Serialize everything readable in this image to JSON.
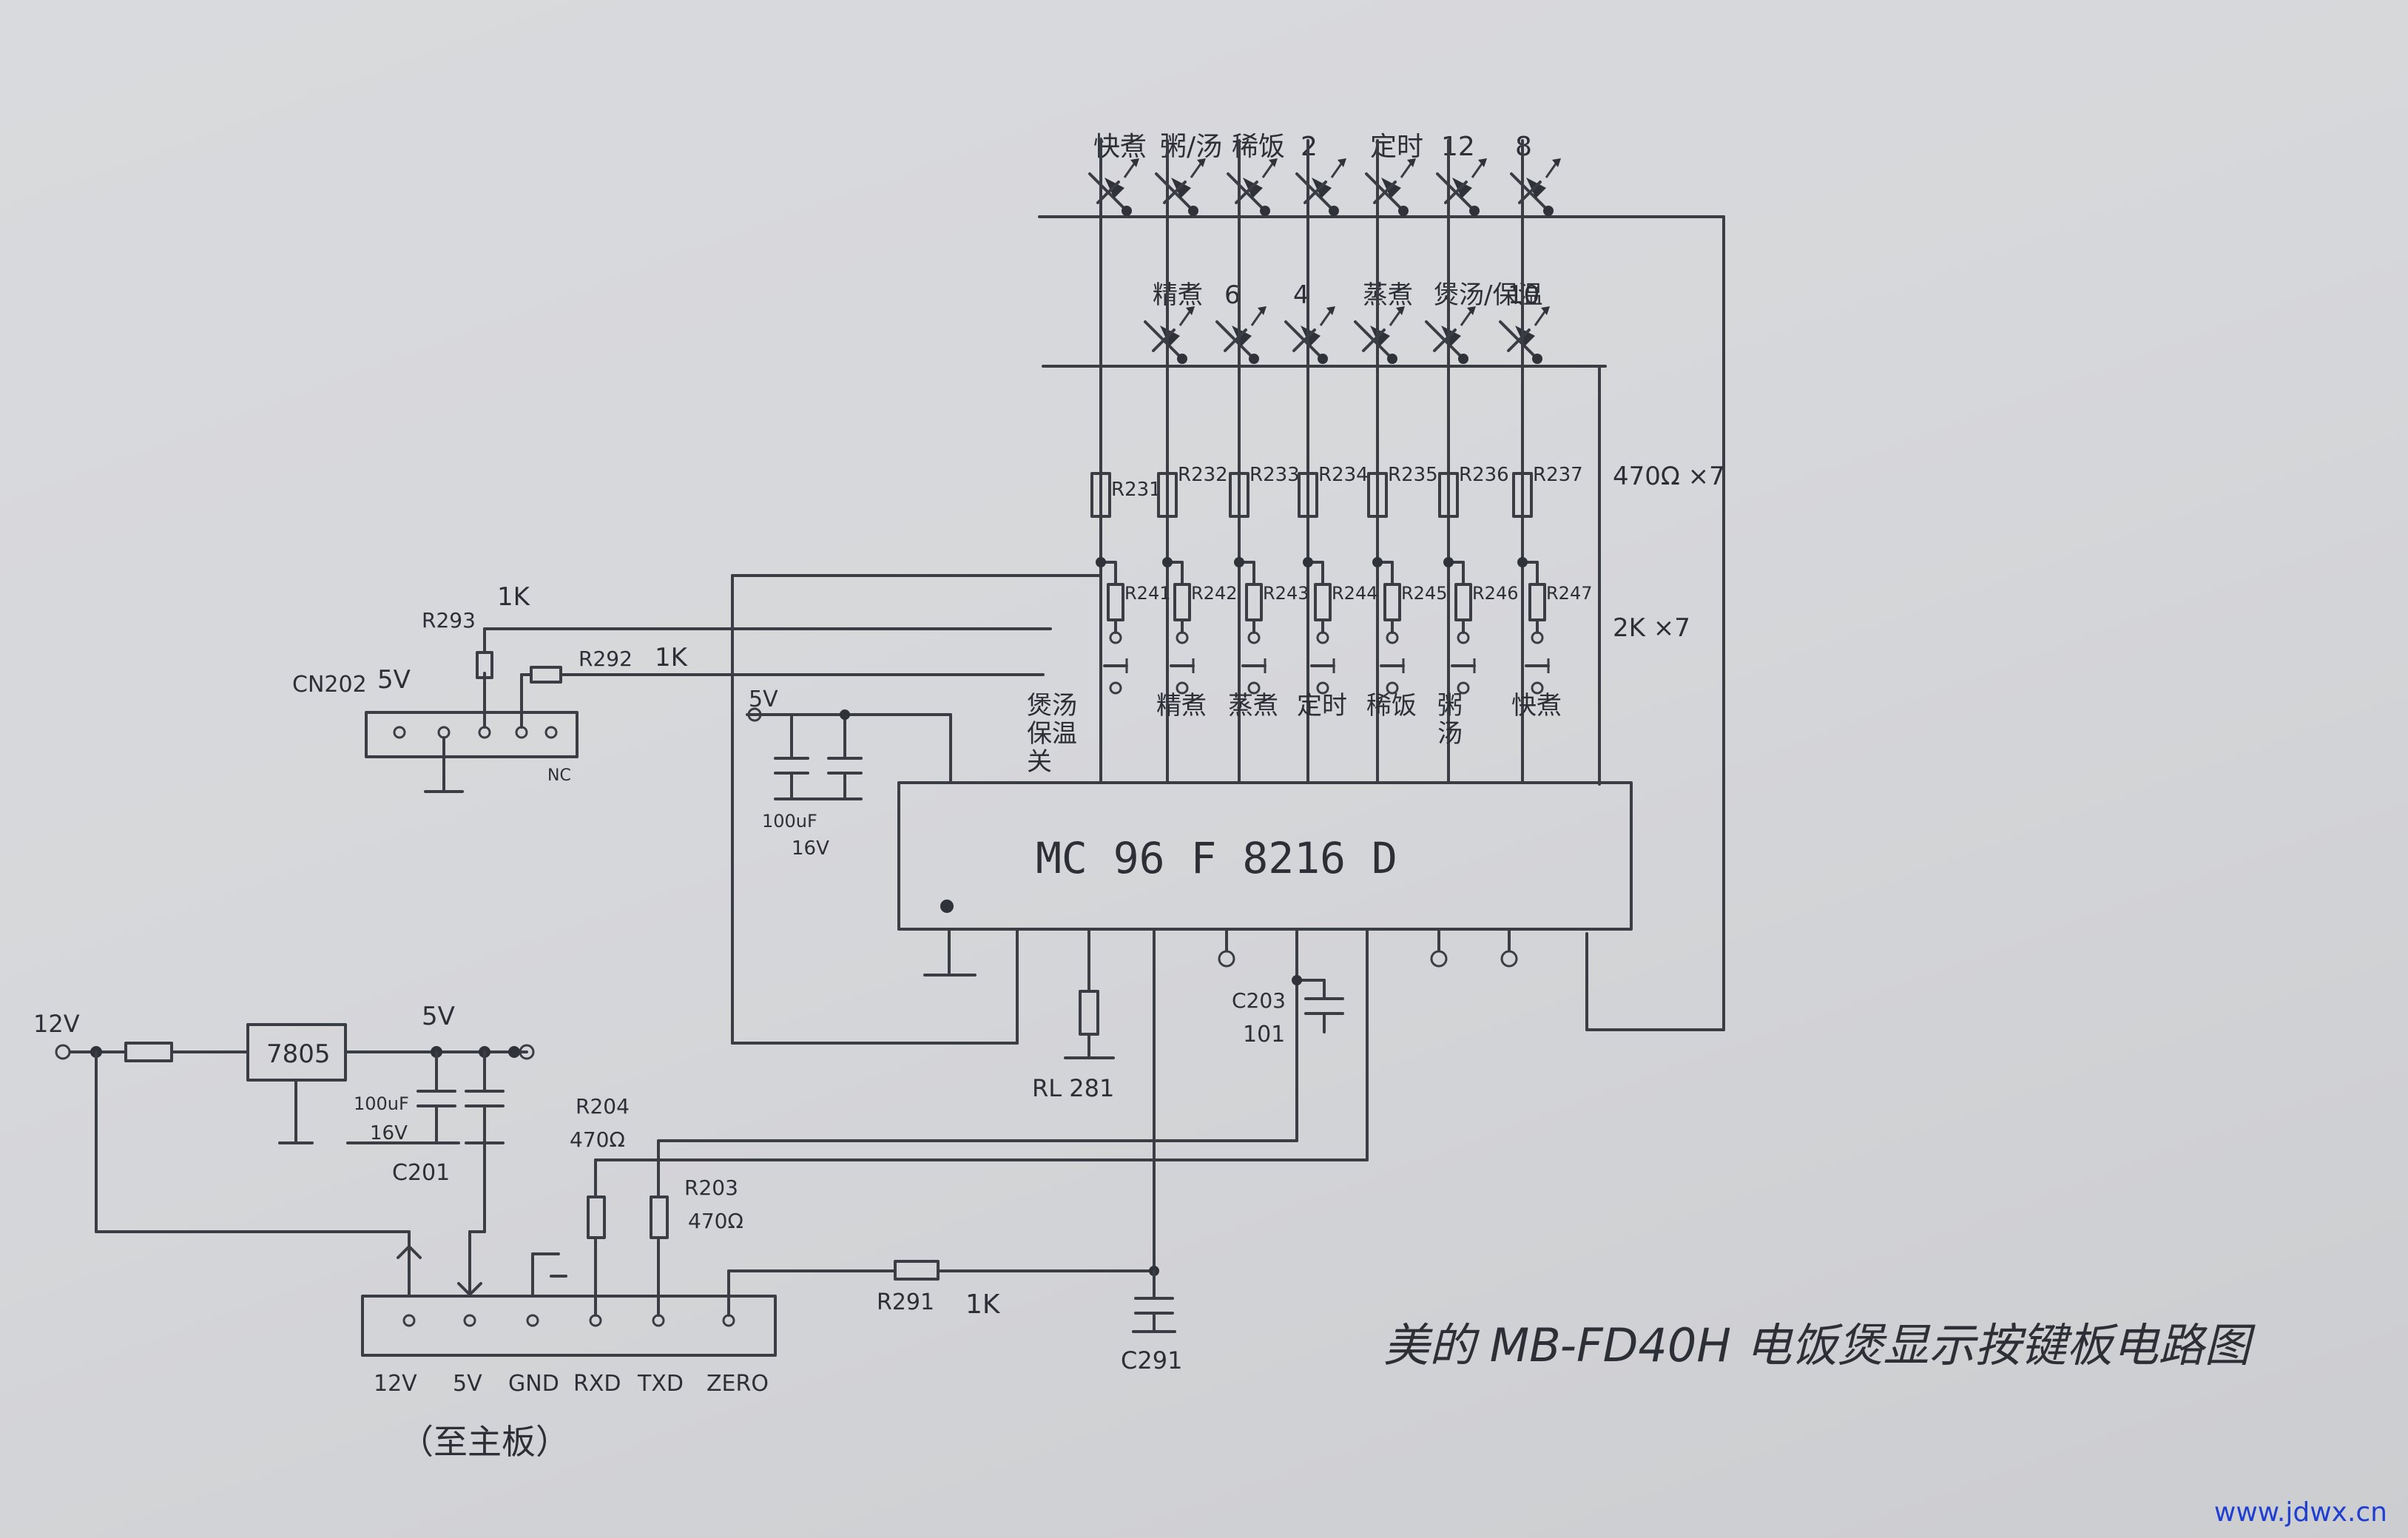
{
  "title": "美的 MB-FD40H 电饭煲显示按键板电路图",
  "watermark": "www.jdwx.cn",
  "ic": {
    "label": "MC 96 F 8216 D"
  },
  "leds_top": [
    "快煮",
    "粥/汤",
    "稀饭",
    "2",
    "定时",
    "12",
    "8"
  ],
  "leds_bottom": [
    "精煮",
    "6",
    "4",
    "蒸煮",
    "煲汤/保温",
    "10"
  ],
  "resistors_led": [
    "R231",
    "R232",
    "R233",
    "R234",
    "R235",
    "R236",
    "R237"
  ],
  "resistors_led_value": "470Ω ×7",
  "resistors_key": [
    "R241",
    "R242",
    "R243",
    "R244",
    "R245",
    "R246",
    "R247"
  ],
  "resistors_key_value": "2K ×7",
  "keys": [
    "煲汤/保温/关",
    "精煮",
    "蒸煮",
    "定时",
    "稀饭",
    "粥/汤",
    "快煮"
  ],
  "connector_cn202": {
    "name": "CN202",
    "supply": "5V",
    "nc": "NC"
  },
  "r293": {
    "name": "R293",
    "value": "1K"
  },
  "r292": {
    "name": "R292",
    "value": "1K"
  },
  "decoupling": {
    "supply": "5V",
    "cap": "100uF",
    "volt": "16V"
  },
  "r281": "RL 281",
  "c203": {
    "name": "C203",
    "value": "101"
  },
  "power": {
    "in": "12V",
    "reg": "7805",
    "out": "5V",
    "cap": "100uF",
    "volt": "16V",
    "cap_name": "C201"
  },
  "r204": {
    "name": "R204",
    "value": "470Ω"
  },
  "r203": {
    "name": "R203",
    "value": "470Ω"
  },
  "r291": {
    "name": "R291",
    "value": "1K"
  },
  "c291": "C291",
  "main_connector": {
    "pins": [
      "12V",
      "5V",
      "GND",
      "RXD",
      "TXD",
      "ZERO"
    ],
    "note": "（至主板）"
  }
}
